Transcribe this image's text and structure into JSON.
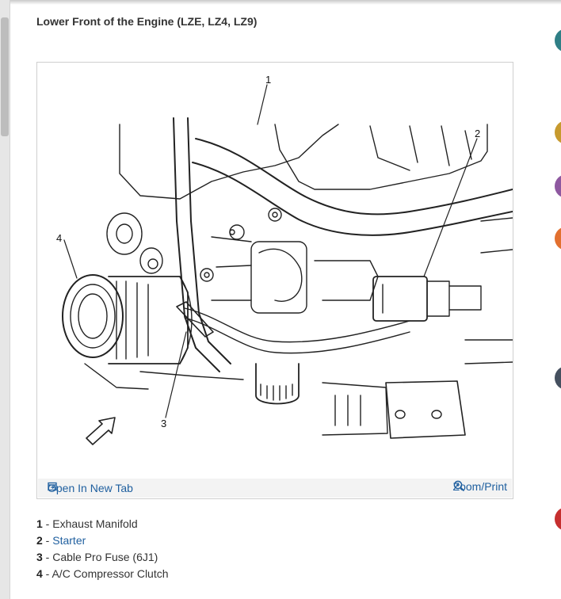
{
  "heading": "Lower Front of the Engine (LZE, LZ4, LZ9)",
  "figure": {
    "callouts": [
      "1",
      "2",
      "3",
      "4"
    ],
    "open_tab_label": "Open In New Tab",
    "zoom_label": "Zoom/Print"
  },
  "legend": [
    {
      "num": "1",
      "sep": " - ",
      "label": "Exhaust Manifold",
      "link": false
    },
    {
      "num": "2",
      "sep": " - ",
      "label": "Starter",
      "link": true
    },
    {
      "num": "3",
      "sep": " - ",
      "label": "Cable Pro Fuse (6J1)",
      "link": false
    },
    {
      "num": "4",
      "sep": " - ",
      "label": "A/C Compressor Clutch",
      "link": false
    }
  ],
  "colors": {
    "link": "#1f5f9f",
    "circles": [
      "#2f7f86",
      "#c79a2e",
      "#8e58a0",
      "#e2702f",
      "#45505f",
      "#c62f2f"
    ]
  }
}
